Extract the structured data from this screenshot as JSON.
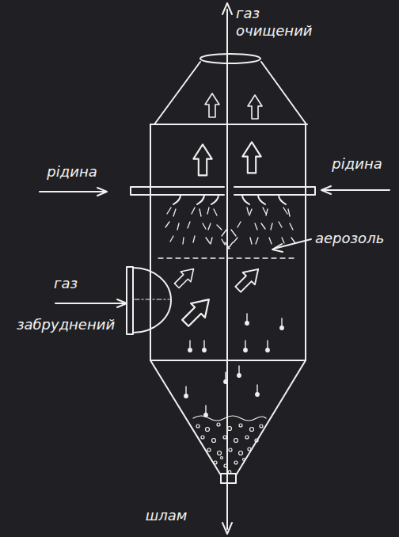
{
  "diagram": {
    "labels": [
      "газ очищений",
      "рідина",
      "рідина",
      "аерозоль",
      "газ забруднений",
      "шлам"
    ]
  }
}
